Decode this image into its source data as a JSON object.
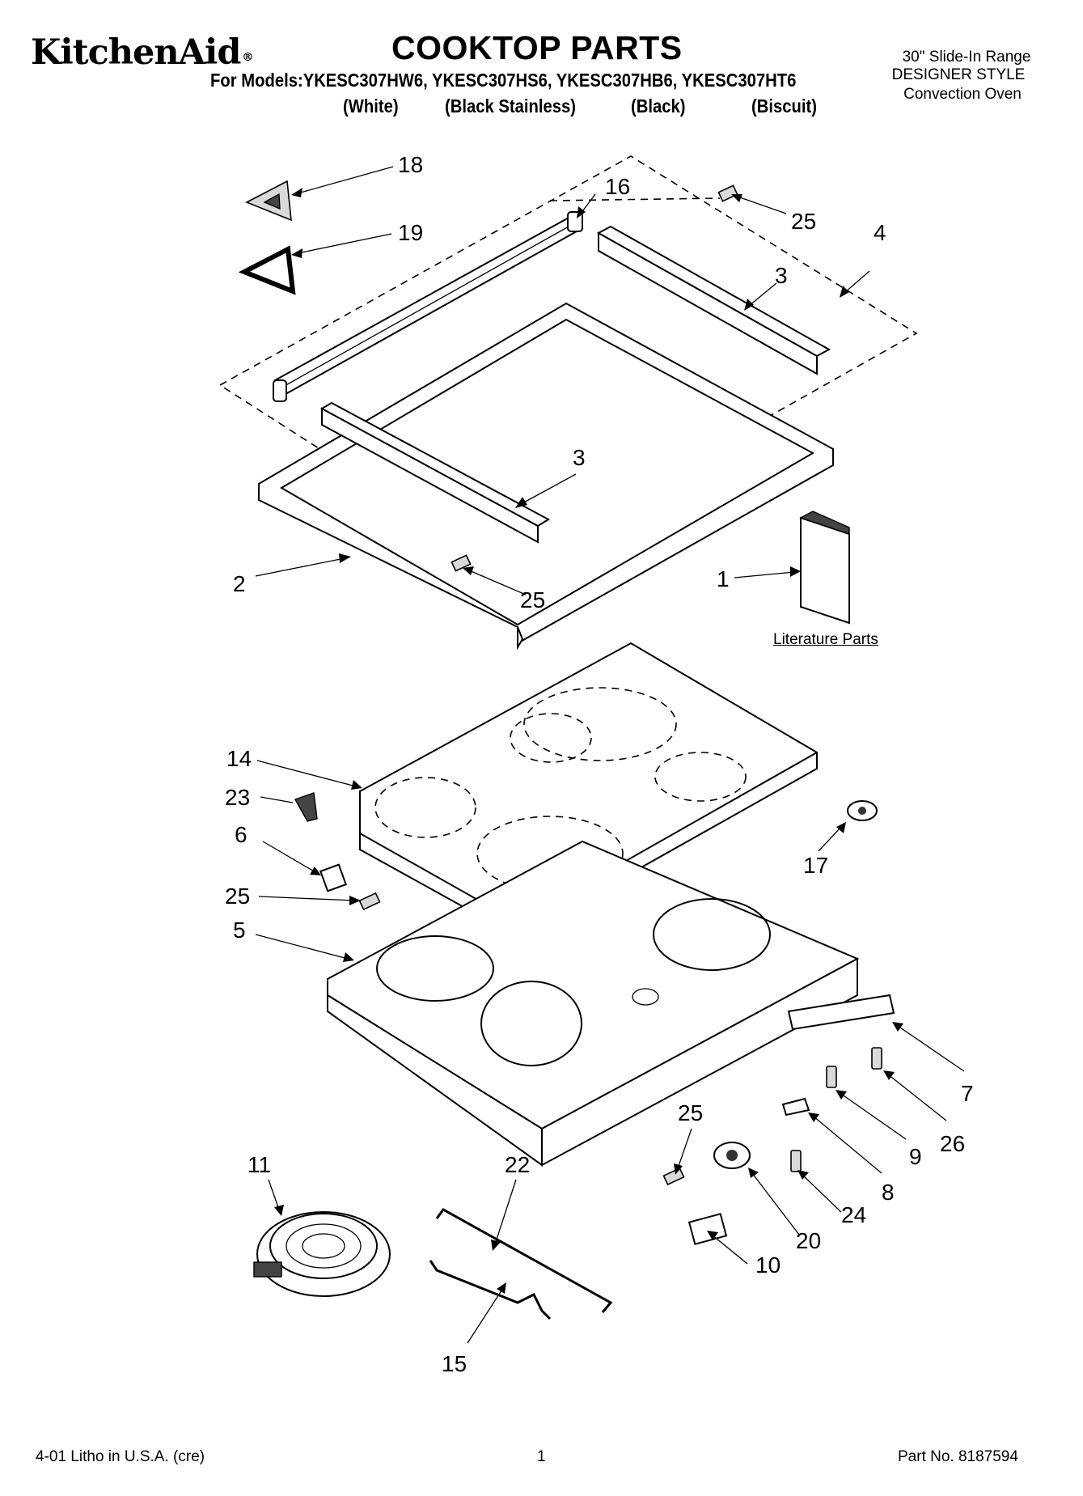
{
  "header": {
    "brand": "KitchenAid",
    "brand_mark": "®",
    "title": "COOKTOP PARTS",
    "models_line": "For Models:YKESC307HW6, YKESC307HS6, YKESC307HB6, YKESC307HT6",
    "colors": [
      "(White)",
      "(Black Stainless)",
      "(Black)",
      "(Biscuit)"
    ],
    "side_line1": "30\" Slide-In Range",
    "side_line2": "DESIGNER STYLE",
    "side_line3": "Convection Oven"
  },
  "callouts": [
    "18",
    "16",
    "25",
    "19",
    "4",
    "3",
    "3",
    "2",
    "25",
    "1",
    "14",
    "23",
    "6",
    "25",
    "5",
    "17",
    "7",
    "26",
    "25",
    "9",
    "8",
    "24",
    "11",
    "22",
    "20",
    "10",
    "15"
  ],
  "literature_label": "Literature Parts",
  "footer": {
    "left": "4-01 Litho in U.S.A. (cre)",
    "center": "1",
    "right": "Part No. 8187594"
  }
}
